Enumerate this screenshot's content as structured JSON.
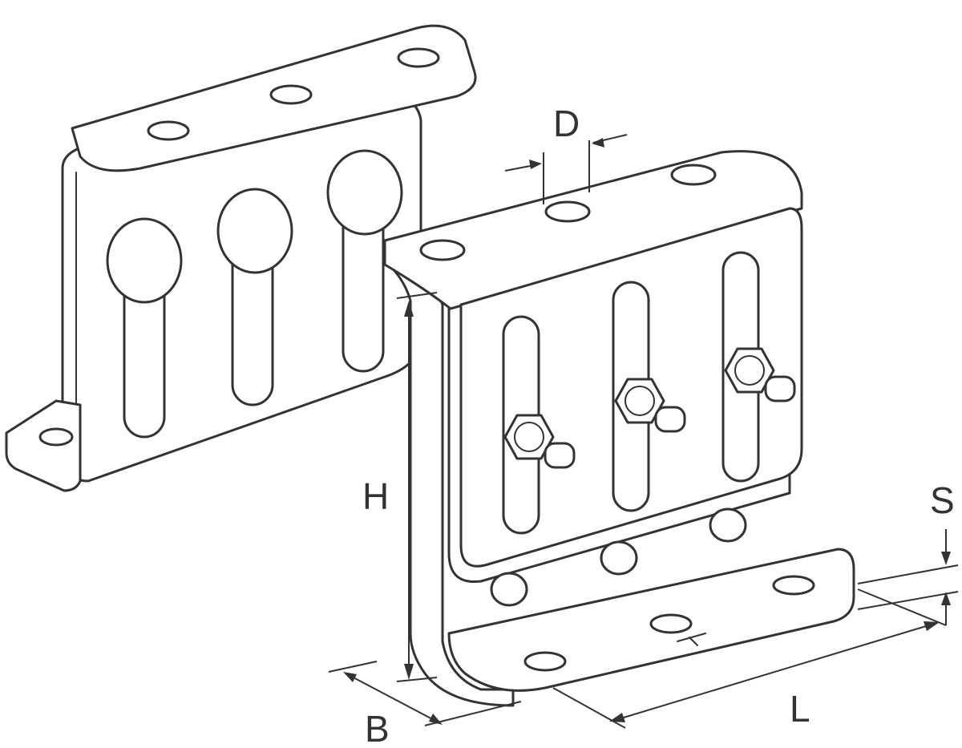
{
  "diagram": {
    "dimension_labels": {
      "D": "D",
      "H": "H",
      "S": "S",
      "B": "B",
      "L": "L"
    },
    "colors": {
      "line": "#333333",
      "fill": "#ffffff"
    }
  }
}
